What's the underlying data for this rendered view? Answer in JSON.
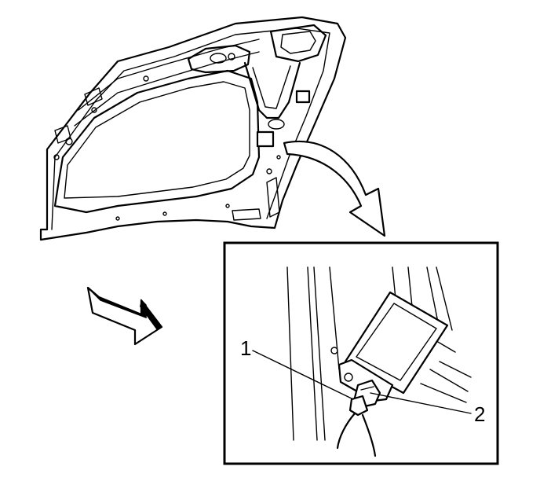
{
  "callouts": [
    {
      "id": "1",
      "text": "1"
    },
    {
      "id": "2",
      "text": "2"
    }
  ],
  "colors": {
    "line": "#000000",
    "background": "#ffffff"
  },
  "icons": {
    "view_arrow": "front-direction-arrow-icon",
    "detail_arrow": "curved-detail-arrow-icon"
  }
}
